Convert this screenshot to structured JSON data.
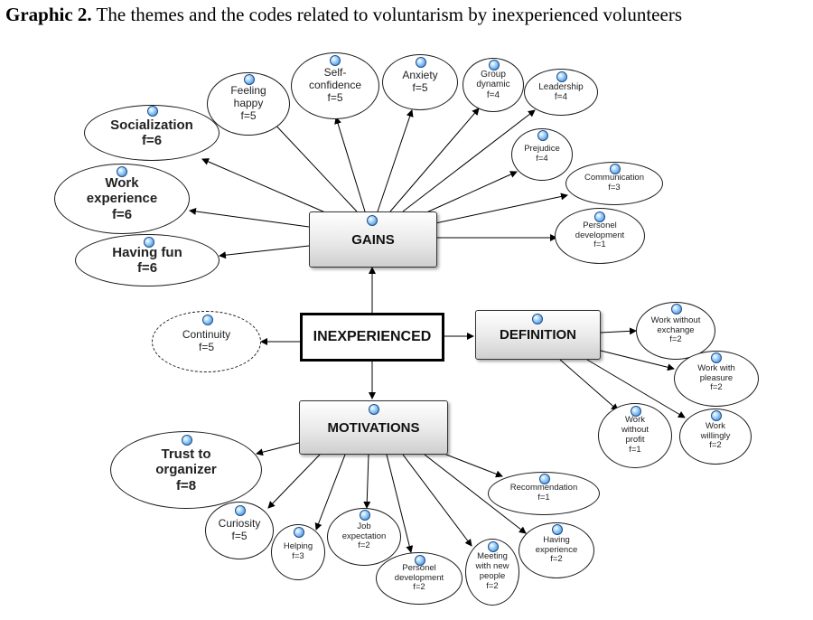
{
  "caption": {
    "bold": "Graphic 2.",
    "text": " The themes and the codes related to voluntarism by inexperienced volunteers"
  },
  "themes": {
    "center": "INEXPERIENCED",
    "gains": "GAINS",
    "definition": "DEFINITION",
    "motivations": "MOTIVATIONS"
  },
  "gains": {
    "socialization": {
      "l1": "Socialization",
      "f": "f=6"
    },
    "work_experience": {
      "l1": "Work",
      "l2": "experience",
      "f": "f=6"
    },
    "having_fun": {
      "l1": "Having fun",
      "f": "f=6"
    },
    "feeling_happy": {
      "l1": "Feeling",
      "l2": "happy",
      "f": "f=5"
    },
    "self_confidence": {
      "l1": "Self-",
      "l2": "confidence",
      "f": "f=5"
    },
    "anxiety": {
      "l1": "Anxiety",
      "f": "f=5"
    },
    "group_dynamic": {
      "l1": "Group",
      "l2": "dynamic",
      "f": "f=4"
    },
    "leadership": {
      "l1": "Leadership",
      "f": "f=4"
    },
    "prejudice": {
      "l1": "Prejudice",
      "f": "f=4"
    },
    "communication": {
      "l1": "Communication",
      "f": "f=3"
    },
    "personel_development": {
      "l1": "Personel",
      "l2": "development",
      "f": "f=1"
    }
  },
  "continuity": {
    "l1": "Continuity",
    "f": "f=5"
  },
  "definition": {
    "without_exchange": {
      "l1": "Work without",
      "l2": "exchange",
      "f": "f=2"
    },
    "with_pleasure": {
      "l1": "Work with",
      "l2": "pleasure",
      "f": "f=2"
    },
    "willingly": {
      "l1": "Work",
      "l2": "willingly",
      "f": "f=2"
    },
    "without_profit": {
      "l1": "Work",
      "l2": "without",
      "l3": "profit",
      "f": "f=1"
    }
  },
  "motivations": {
    "trust": {
      "l1": "Trust to",
      "l2": "organizer",
      "f": "f=8"
    },
    "curiosity": {
      "l1": "Curiosity",
      "f": "f=5"
    },
    "helping": {
      "l1": "Helping",
      "f": "f=3"
    },
    "job_expectation": {
      "l1": "Job",
      "l2": "expectation",
      "f": "f=2"
    },
    "personel_development": {
      "l1": "Personel",
      "l2": "development",
      "f": "f=2"
    },
    "meeting_people": {
      "l1": "Meeting",
      "l2": "with new",
      "l3": "people",
      "f": "f=2"
    },
    "having_experience": {
      "l1": "Having",
      "l2": "experience",
      "f": "f=2"
    },
    "recommendation": {
      "l1": "Recommendation",
      "f": "f=1"
    }
  }
}
